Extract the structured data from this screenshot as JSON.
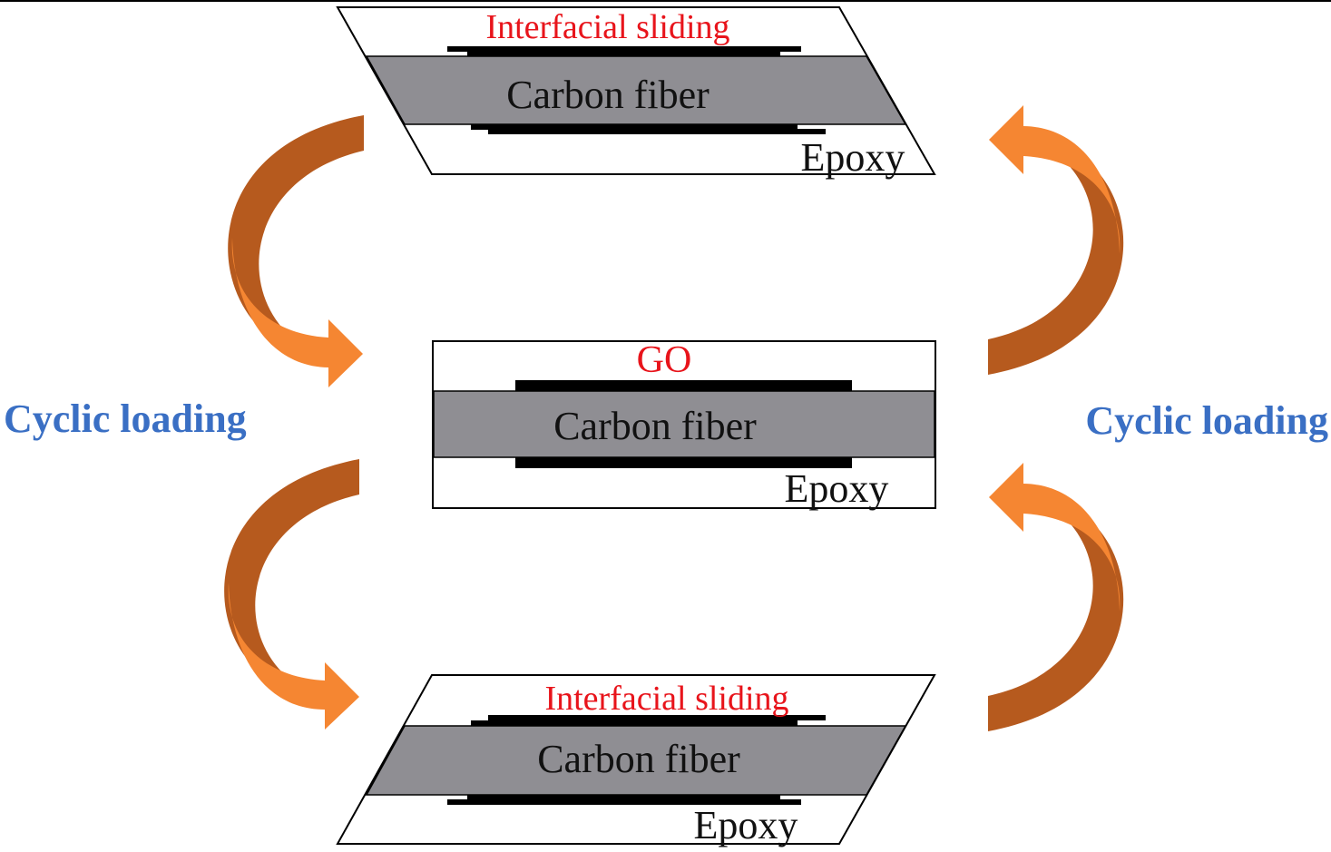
{
  "top_panel": {
    "coating_label": "Interfacial sliding",
    "fiber_label": "Carbon fiber",
    "matrix_label": "Epoxy"
  },
  "center_panel": {
    "coating_label": "GO",
    "fiber_label": "Carbon fiber",
    "matrix_label": "Epoxy"
  },
  "bottom_panel": {
    "coating_label": "Interfacial sliding",
    "fiber_label": "Carbon fiber",
    "matrix_label": "Epoxy"
  },
  "left_label": "Cyclic loading",
  "right_label": "Cyclic loading",
  "colors": {
    "fiber": "#8f8e93",
    "coating": "#000000",
    "arrow_light": "#f58632",
    "arrow_dark": "#b65a1e",
    "label_red": "#e8141b",
    "label_blue": "#3a6fc4"
  }
}
